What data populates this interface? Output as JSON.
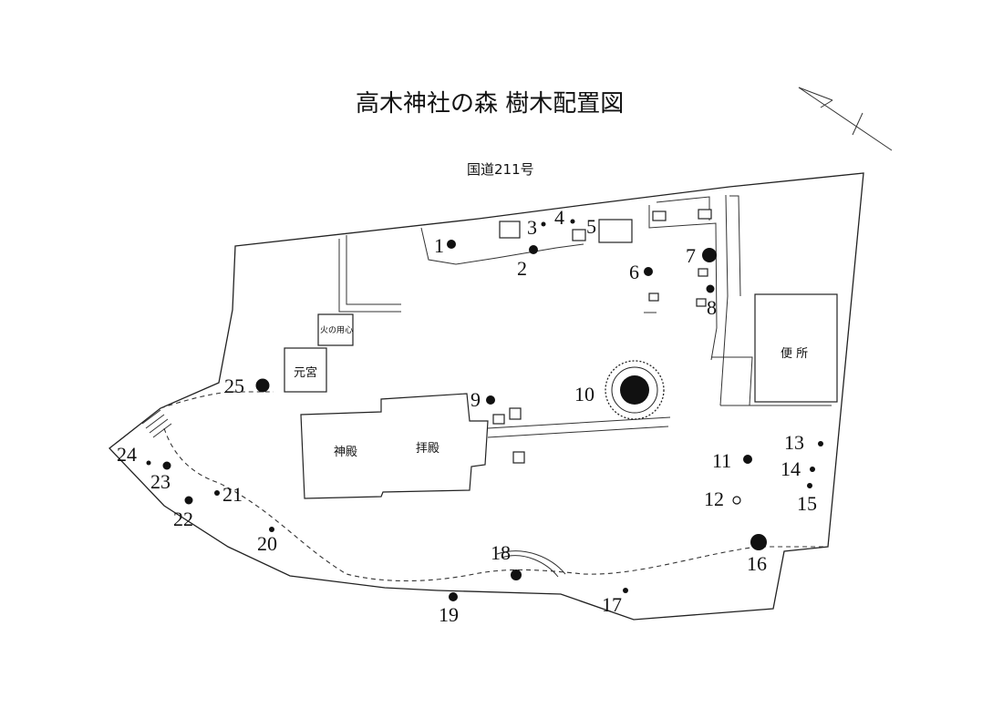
{
  "title": "高木神社の森  樹木配置図",
  "road_label": "国道211号",
  "buildings": {
    "honden": "神殿",
    "haiden": "拝殿",
    "motomiya": "元宮",
    "benjo": "便 所",
    "hinoyojin": "火の用心"
  },
  "trees": [
    {
      "id": "1",
      "label": "1"
    },
    {
      "id": "2",
      "label": "2"
    },
    {
      "id": "3",
      "label": "3"
    },
    {
      "id": "4",
      "label": "4"
    },
    {
      "id": "5",
      "label": "5"
    },
    {
      "id": "6",
      "label": "6"
    },
    {
      "id": "7",
      "label": "7"
    },
    {
      "id": "8",
      "label": "8"
    },
    {
      "id": "9",
      "label": "9"
    },
    {
      "id": "10",
      "label": "10"
    },
    {
      "id": "11",
      "label": "11"
    },
    {
      "id": "12",
      "label": "12"
    },
    {
      "id": "13",
      "label": "13"
    },
    {
      "id": "14",
      "label": "14"
    },
    {
      "id": "15",
      "label": "15"
    },
    {
      "id": "16",
      "label": "16"
    },
    {
      "id": "17",
      "label": "17"
    },
    {
      "id": "18",
      "label": "18"
    },
    {
      "id": "19",
      "label": "19"
    },
    {
      "id": "20",
      "label": "20"
    },
    {
      "id": "21",
      "label": "21"
    },
    {
      "id": "22",
      "label": "22"
    },
    {
      "id": "23",
      "label": "23"
    },
    {
      "id": "24",
      "label": "24"
    },
    {
      "id": "25",
      "label": "25"
    }
  ]
}
